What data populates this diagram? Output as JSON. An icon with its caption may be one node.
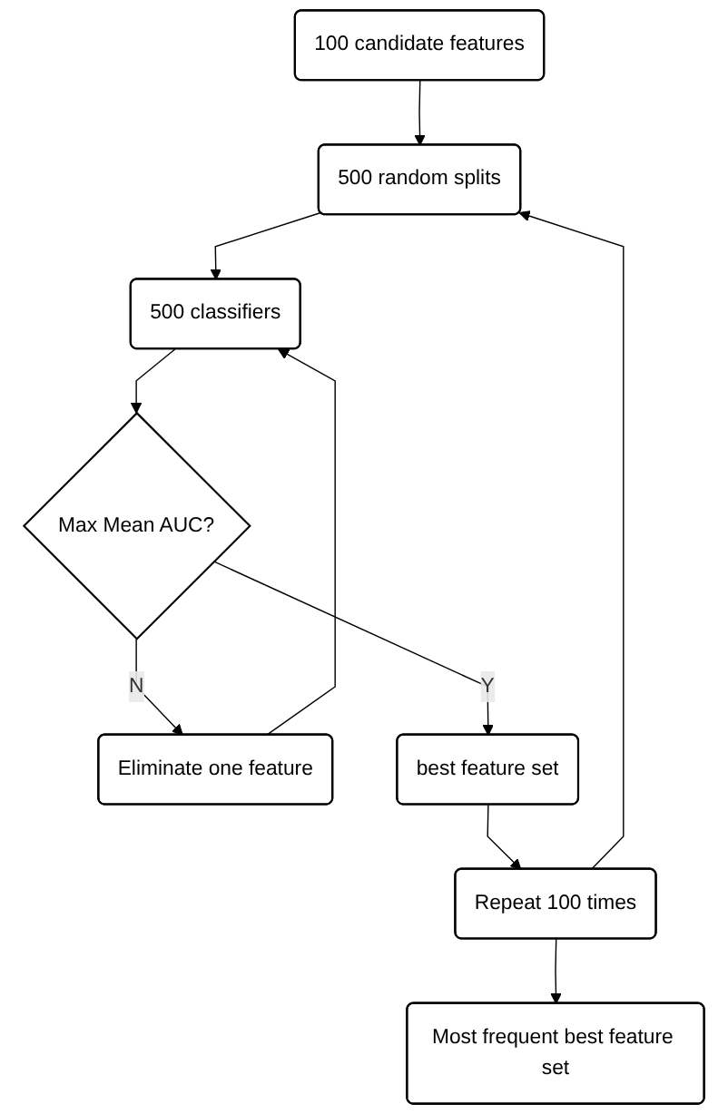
{
  "diagram": {
    "nodes": [
      {
        "text": [
          "100 candidate features"
        ]
      },
      {
        "text": [
          "500 random splits"
        ]
      },
      {
        "text": [
          "Eliminate one feature"
        ]
      },
      {
        "text": [
          "500 classifiers"
        ]
      },
      {
        "text": [
          "Max Mean AUC?"
        ]
      },
      {
        "text": [
          "best feature set"
        ]
      },
      {
        "text": [
          "Repeat 100 times"
        ]
      },
      {
        "text": [
          "Most frequent best feature set"
        ]
      }
    ],
    "edges": [
      {
        "from": 0,
        "to": 1,
        "arrow": "to"
      },
      {
        "from": 1,
        "to": 3,
        "arrow": "to"
      },
      {
        "from": 3,
        "to": 4,
        "arrow": "to"
      },
      {
        "from": 4,
        "to": 2,
        "arrow": "to",
        "label": "N"
      },
      {
        "from": 2,
        "to": 3,
        "arrow": "to"
      },
      {
        "from": 4,
        "to": 5,
        "arrow": "to",
        "label": "Y"
      },
      {
        "from": 5,
        "to": 6,
        "arrow": "to"
      },
      {
        "from": 6,
        "to": 1,
        "arrow": "to"
      },
      {
        "from": 6,
        "to": 7,
        "arrow": "to"
      }
    ]
  }
}
